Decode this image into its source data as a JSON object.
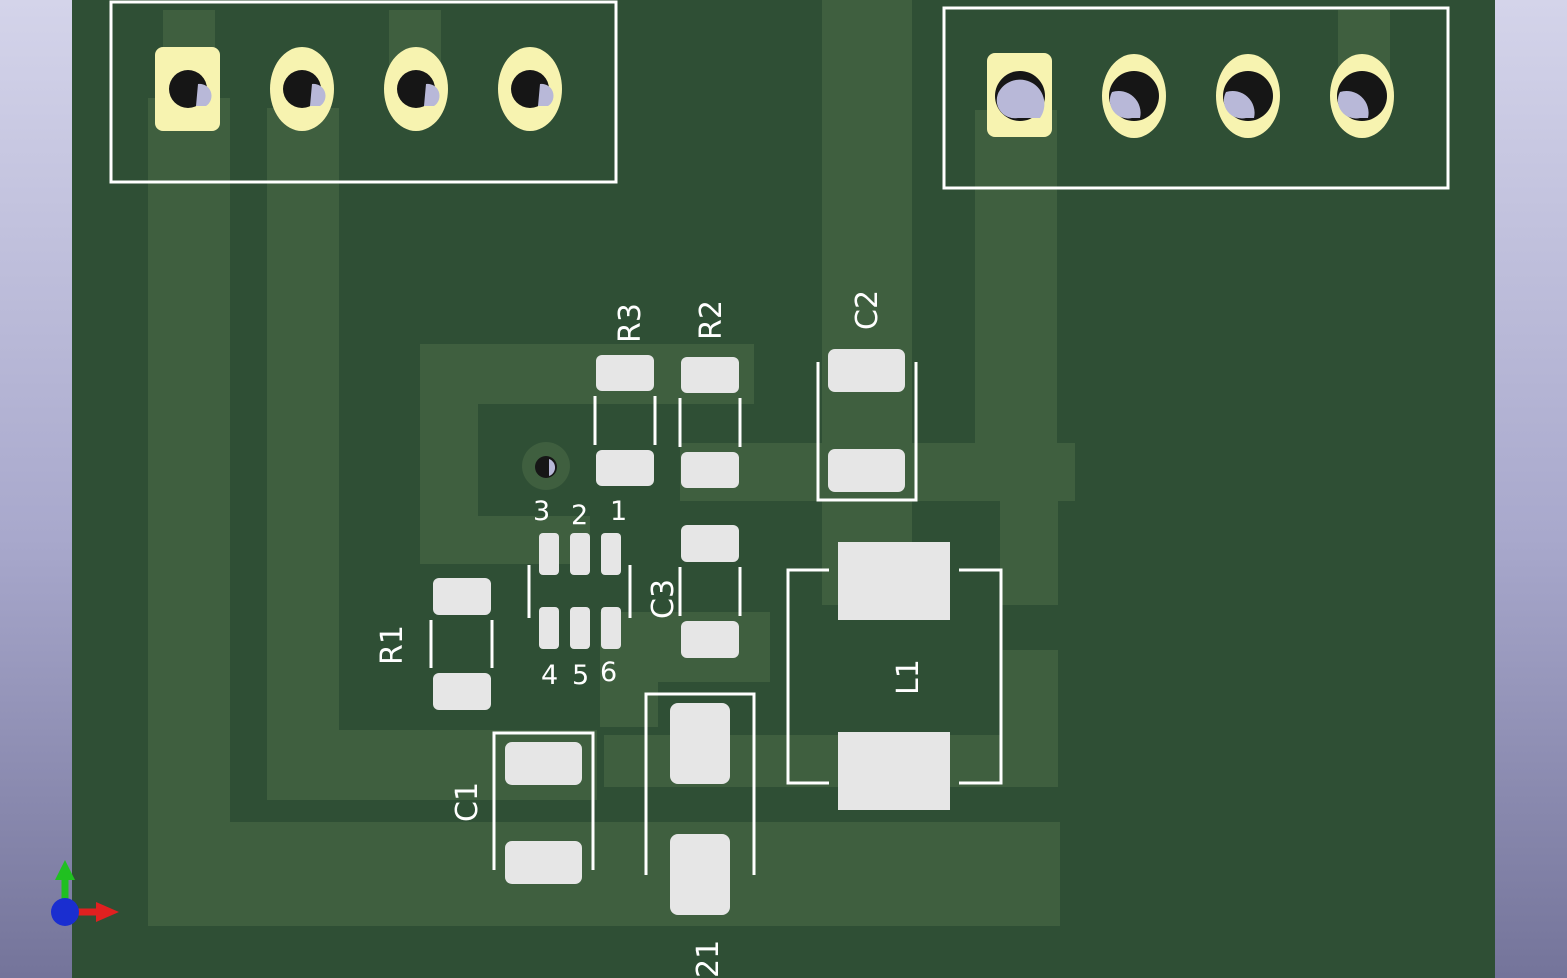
{
  "viewer": {
    "background_top": "#d4d4ea",
    "background_bottom": "#74749a",
    "board_color": "#2f4f35",
    "copper_color": "#3f5f3f",
    "pad_color": "#e6e6e6",
    "gold_pad_color": "#f7f3b0",
    "silkscreen_color": "#ffffff"
  },
  "board": {
    "components": {
      "r3": {
        "ref": "R3"
      },
      "r2": {
        "ref": "R2"
      },
      "c2": {
        "ref": "C2"
      },
      "c3": {
        "ref": "C3"
      },
      "r1": {
        "ref": "R1"
      },
      "l1": {
        "ref": "L1"
      },
      "c1": {
        "ref": "C1"
      },
      "d1": {
        "ref": "21"
      },
      "u1": {
        "pins": [
          "1",
          "2",
          "3",
          "4",
          "5",
          "6"
        ]
      }
    }
  },
  "axes_gizmo": {
    "x_color": "#e02020",
    "y_color": "#20c020",
    "z_color": "#1a2ed0",
    "icon": "axes-orientation-icon"
  }
}
